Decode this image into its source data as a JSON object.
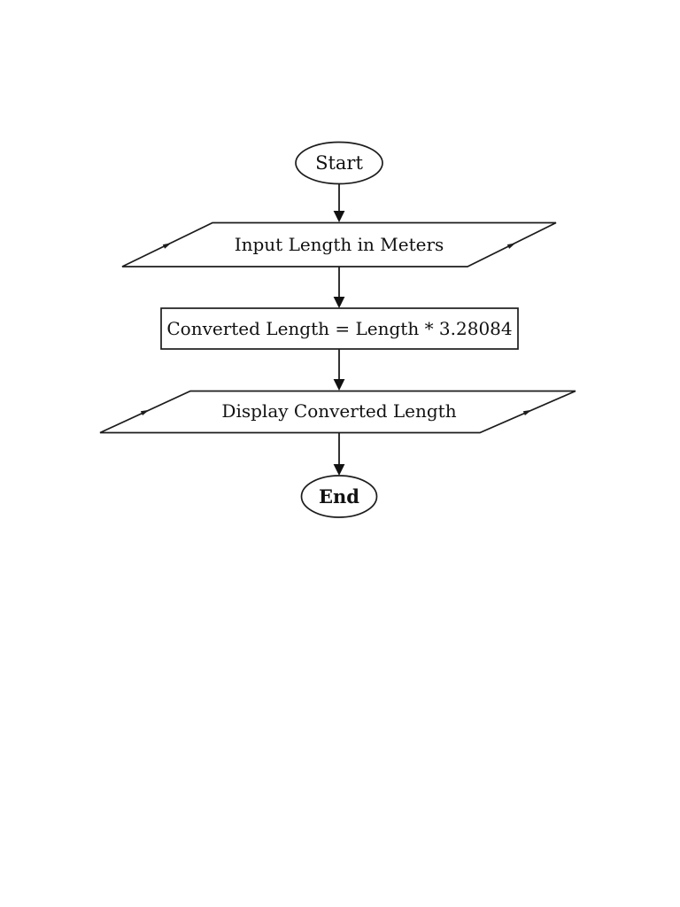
{
  "diagram": {
    "type": "flowchart",
    "background_color": "#ffffff",
    "stroke_color": "#1c1c1c",
    "text_color": "#111111",
    "nodes": [
      {
        "id": "start",
        "shape": "ellipse",
        "label": "Start"
      },
      {
        "id": "input",
        "shape": "parallelogram",
        "label": "Input Length in Meters"
      },
      {
        "id": "process",
        "shape": "rectangle",
        "label": "Converted Length = Length * 3.28084"
      },
      {
        "id": "output",
        "shape": "parallelogram",
        "label": "Display Converted Length"
      },
      {
        "id": "end",
        "shape": "ellipse",
        "label": "End"
      }
    ],
    "edges": [
      {
        "from": "start",
        "to": "input"
      },
      {
        "from": "input",
        "to": "process"
      },
      {
        "from": "process",
        "to": "output"
      },
      {
        "from": "output",
        "to": "end"
      }
    ]
  }
}
